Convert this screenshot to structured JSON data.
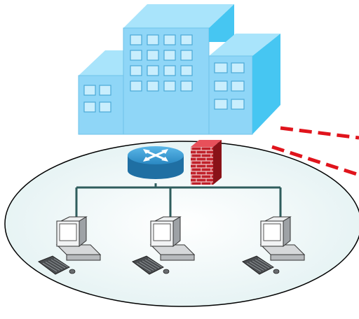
{
  "diagram": {
    "kind": "network-topology",
    "nodes": [
      {
        "id": "office-building",
        "icon": "building-icon"
      },
      {
        "id": "router",
        "icon": "router-icon"
      },
      {
        "id": "firewall",
        "icon": "firewall-icon"
      },
      {
        "id": "workstation-1",
        "icon": "workstation-icon"
      },
      {
        "id": "workstation-2",
        "icon": "workstation-icon"
      },
      {
        "id": "workstation-3",
        "icon": "workstation-icon"
      }
    ],
    "links": [
      {
        "from": "router",
        "to": "workstation-1",
        "style": "solid"
      },
      {
        "from": "router",
        "to": "workstation-2",
        "style": "solid"
      },
      {
        "from": "router",
        "to": "workstation-3",
        "style": "solid"
      },
      {
        "from": "office-building",
        "to": "off-screen",
        "style": "dashed"
      }
    ]
  },
  "colors": {
    "building_front": "#8fd6f7",
    "building_side": "#46c6f2",
    "building_top": "#a9e4fb",
    "window": "#c9eefd",
    "lan_fill": "#e2f1f2",
    "lan_line": "#2f5d5d",
    "router_top": "#3fa0d6",
    "router_side": "#1f6fa3",
    "firewall": "#c0202a",
    "wan_dash": "#e0141c"
  }
}
